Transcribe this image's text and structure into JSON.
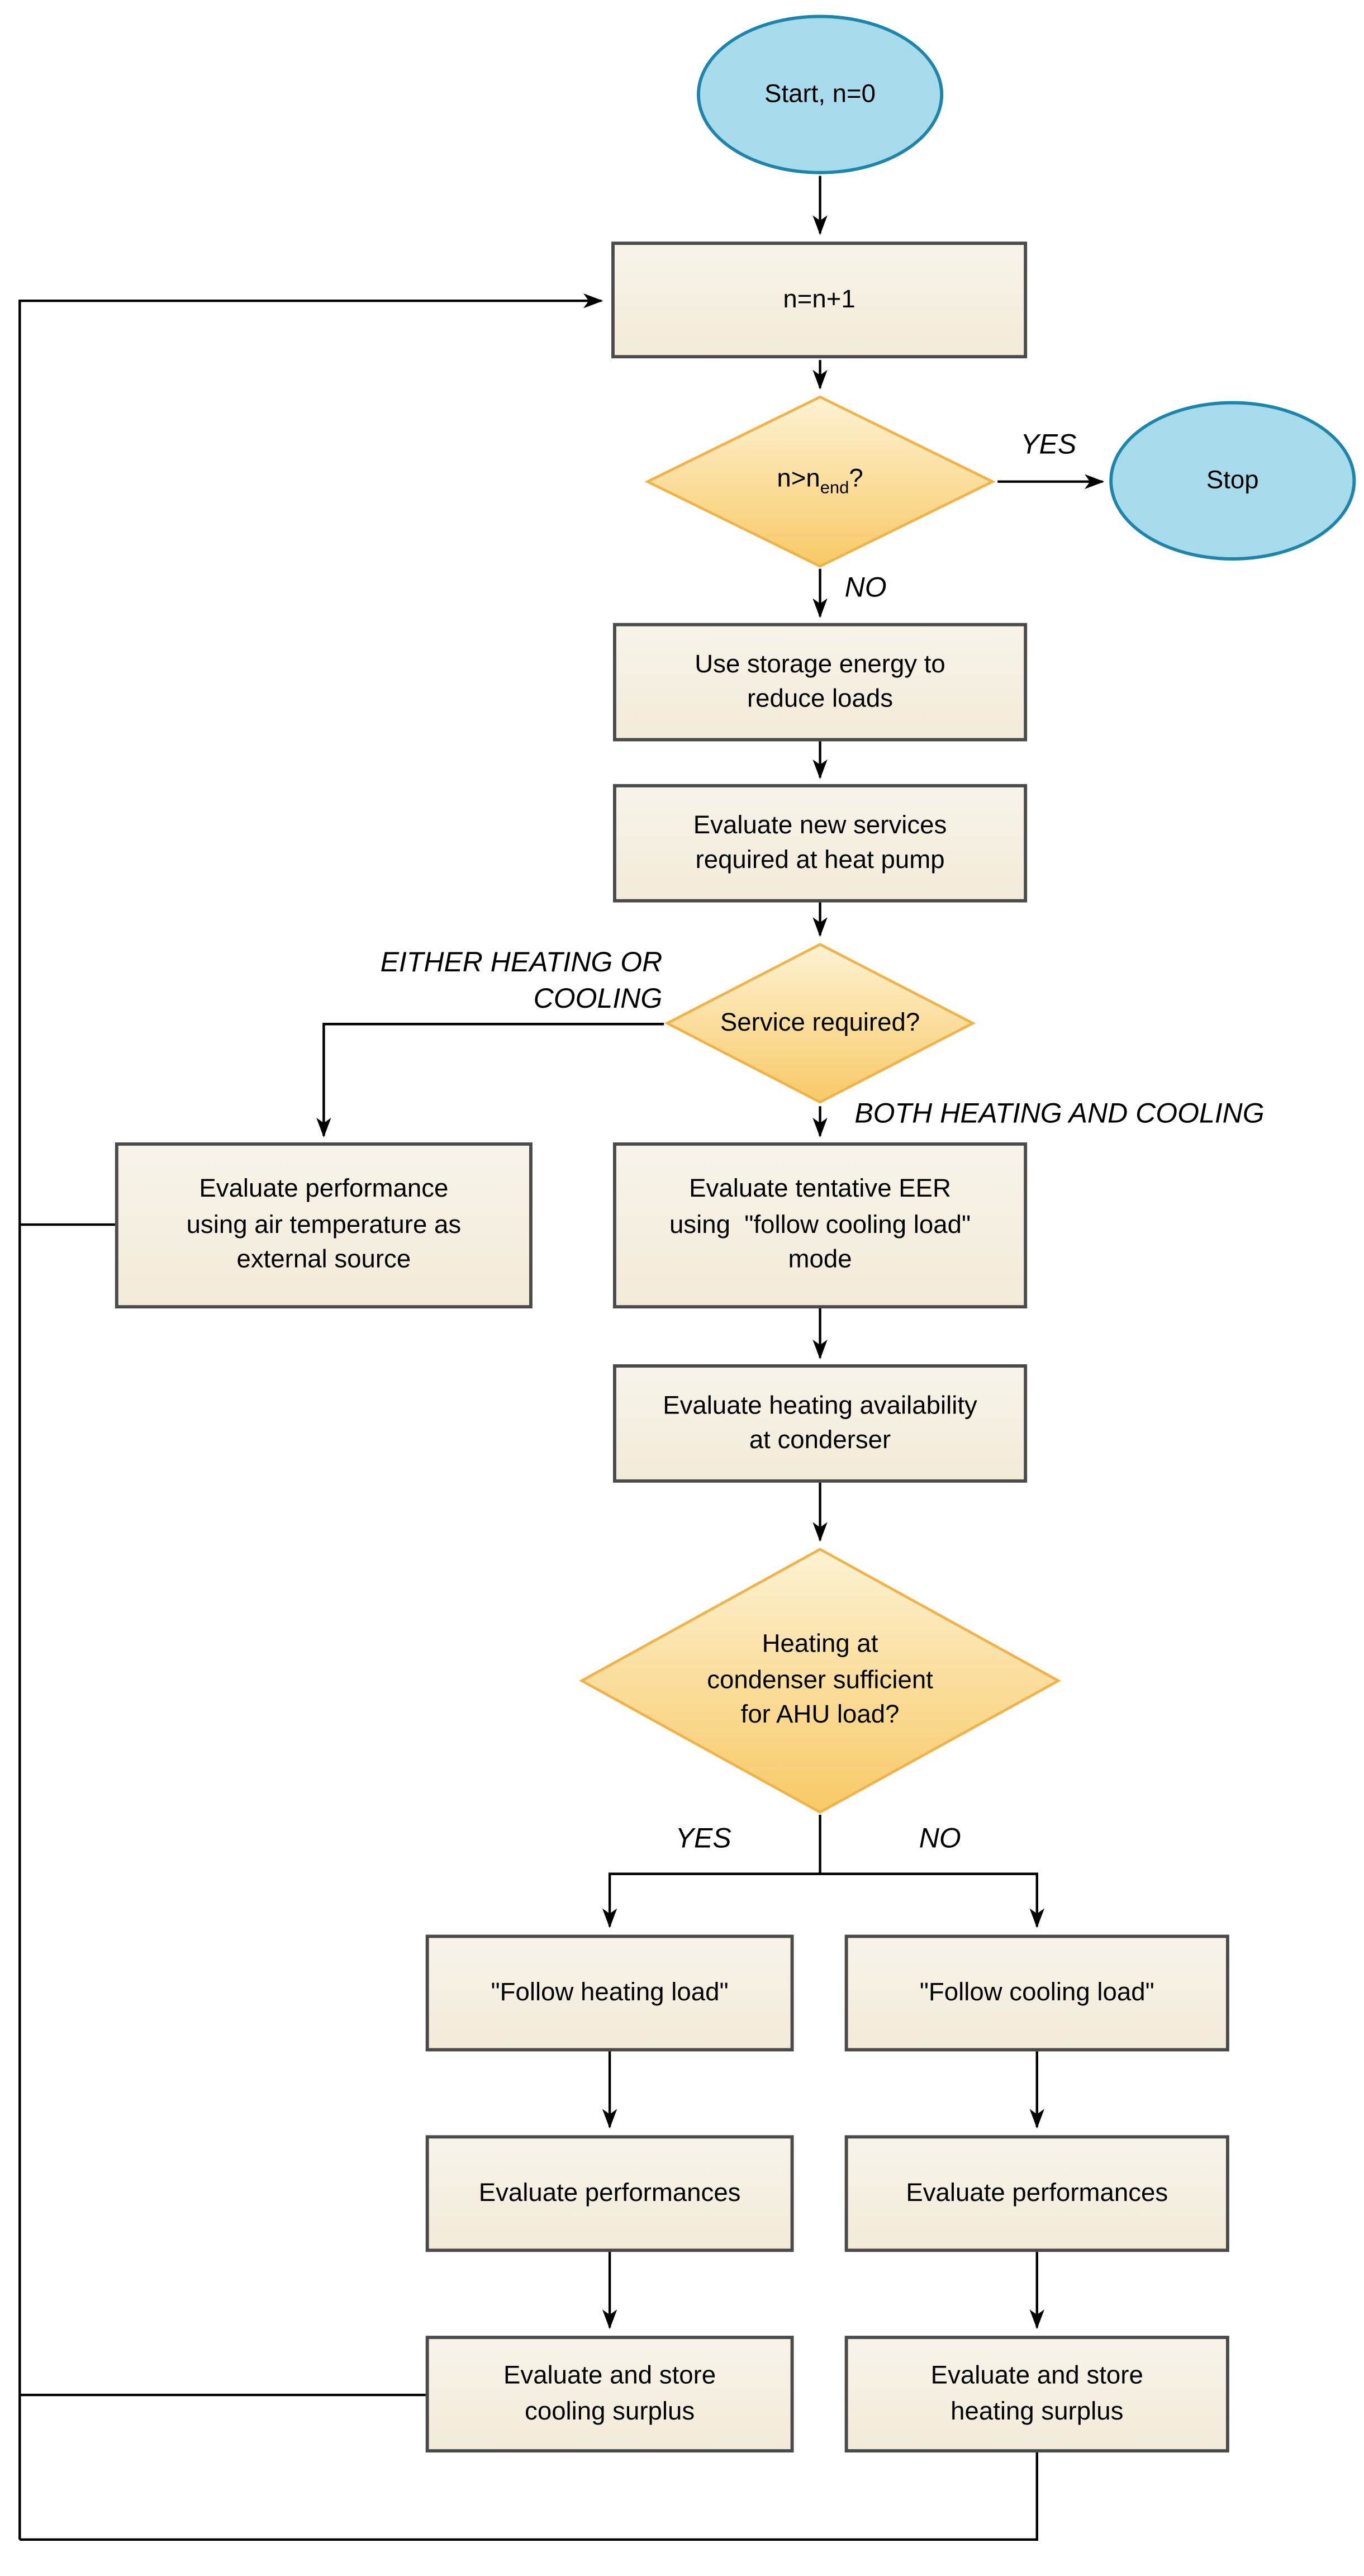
{
  "diagram": {
    "title": "Heat pump simulation loop flowchart",
    "nodes": {
      "start": {
        "label": "Start, n=0"
      },
      "increment": {
        "label": "n=n+1"
      },
      "end_check": {
        "prefix": "n>n",
        "sub": "end",
        "suffix": "?"
      },
      "stop": {
        "label": "Stop"
      },
      "use_storage": {
        "label": "Use storage energy to reduce loads"
      },
      "new_services": {
        "label": "Evaluate new services required at heat pump"
      },
      "service_required": {
        "label": "Service required?"
      },
      "air_temp": {
        "label": "Evaluate performance using air temperature as external source"
      },
      "eer": {
        "label": "Evaluate tentative EER using  \"follow cooling load\" mode"
      },
      "heating_avail": {
        "label": "Evaluate heating availability at conderser"
      },
      "ahu_check": {
        "label": "Heating at condenser sufficient for AHU load?"
      },
      "follow_heating": {
        "label": "\"Follow heating load\""
      },
      "follow_cooling": {
        "label": "\"Follow cooling load\""
      },
      "eval_perf_left": {
        "label": "Evaluate performances"
      },
      "eval_perf_right": {
        "label": "Evaluate performances"
      },
      "cooling_surplus": {
        "label": "Evaluate and store cooling surplus"
      },
      "heating_surplus": {
        "label": "Evaluate and store heating surplus"
      }
    },
    "edge_labels": {
      "yes_top": "YES",
      "no_top": "NO",
      "either": "EITHER HEATING OR COOLING",
      "both": "BOTH HEATING AND COOLING",
      "yes_bottom": "YES",
      "no_bottom": "NO"
    },
    "colors": {
      "terminator_fill": "#a7dbeb",
      "terminator_border": "#1b86aa",
      "process_fill": "#f8f3e9",
      "process_fill_bottom": "#f2ebda",
      "process_border": "#4a4a4a",
      "decision_fill_top": "#fdf2d3",
      "decision_fill_bottom": "#f8c966",
      "decision_border": "#efb347",
      "line": "#000000",
      "text": "#000000"
    }
  }
}
